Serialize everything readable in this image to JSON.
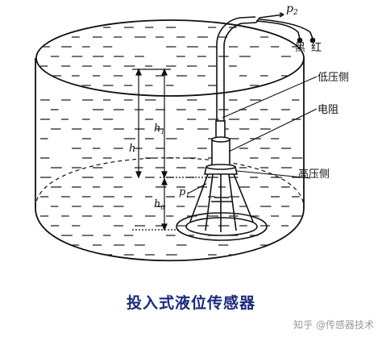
{
  "labels": {
    "p2": "p",
    "p2_sub": "2",
    "black": "黑",
    "red": "红",
    "low_pressure_side": "低压侧",
    "resistor": "电阻",
    "high_pressure_side": "高压侧",
    "p1": "p",
    "p1_sub": "1",
    "h": "h",
    "h1": "h",
    "h1_sub": "1",
    "h0": "h",
    "h0_sub": "0"
  },
  "caption": "投入式液位传感器",
  "watermark": "知乎 @传感器技术",
  "colors": {
    "ink": "#111111",
    "caption": "#1a2a7a"
  }
}
